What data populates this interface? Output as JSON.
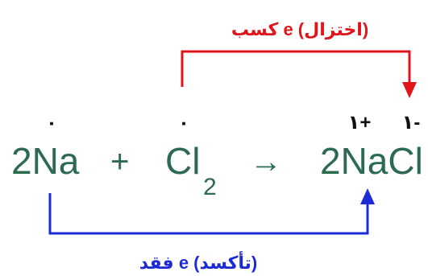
{
  "equation": {
    "reactant_1": "2Na",
    "plus": "+",
    "reactant_2": "Cl",
    "reactant_2_subscript": "2",
    "arrow": "→",
    "product": "2NaCl",
    "na_oxidation_state": "٠",
    "cl_oxidation_state": "٠",
    "na_product_charge": "١+",
    "cl_product_charge": "١-"
  },
  "gain": {
    "label": "كسب e (اختزال)",
    "color": "#e0151b"
  },
  "loss": {
    "label": "فقد e (تأكسد)",
    "color": "#1c2bd6"
  },
  "equation_color": "#2c6b52"
}
